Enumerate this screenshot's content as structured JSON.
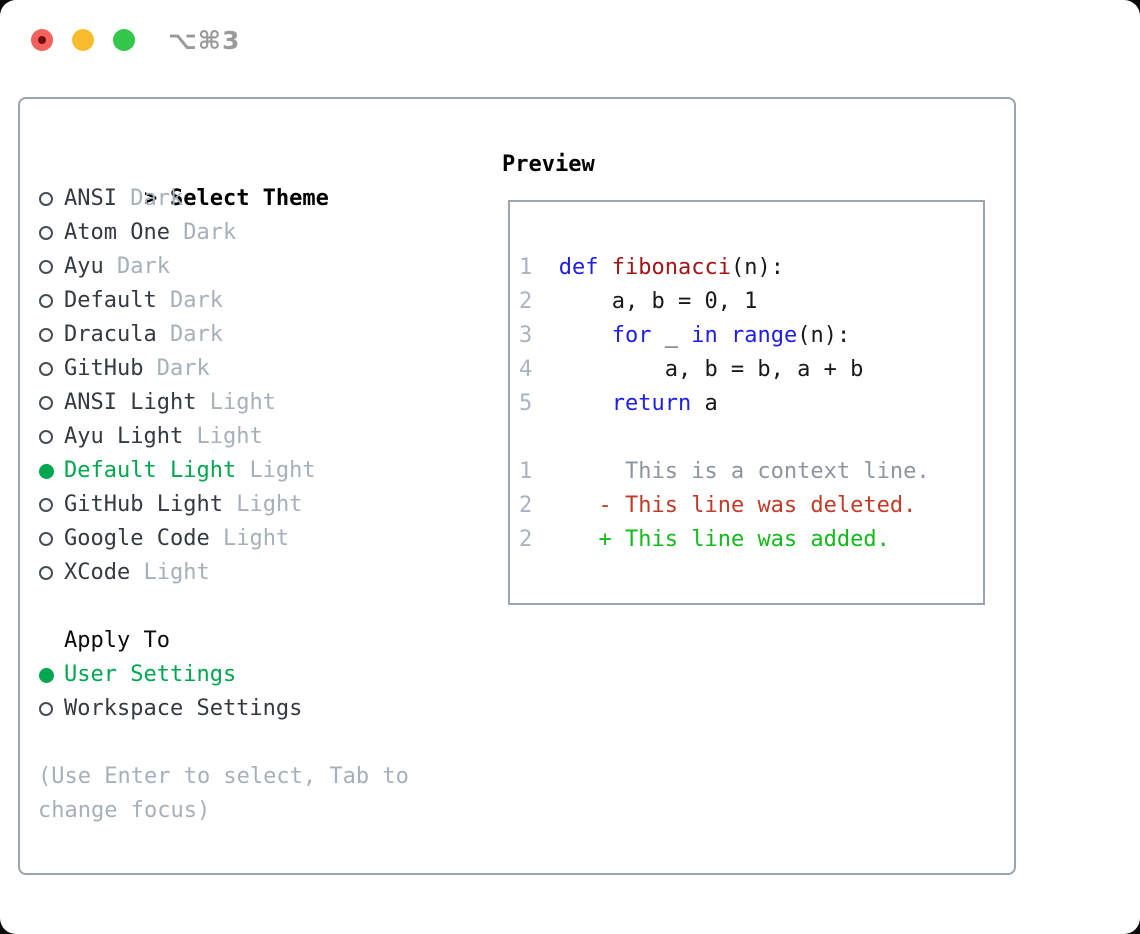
{
  "window": {
    "titlebar_shortcut": "⌥⌘3"
  },
  "colors": {
    "accent_green": "#00a74f",
    "added_green": "#12ba1a",
    "deleted_red": "#c23a28",
    "keyword_blue": "#1e1ee4",
    "function_red": "#a31515",
    "muted_gray": "#a6b0bb",
    "border_gray": "#9ba4af"
  },
  "theme_picker": {
    "prompt": ">",
    "title": "Select Theme",
    "items": [
      {
        "name": "ANSI",
        "variant": "Dark",
        "selected": false
      },
      {
        "name": "Atom One",
        "variant": "Dark",
        "selected": false
      },
      {
        "name": "Ayu",
        "variant": "Dark",
        "selected": false
      },
      {
        "name": "Default",
        "variant": "Dark",
        "selected": false
      },
      {
        "name": "Dracula",
        "variant": "Dark",
        "selected": false
      },
      {
        "name": "GitHub",
        "variant": "Dark",
        "selected": false
      },
      {
        "name": "ANSI Light",
        "variant": "Light",
        "selected": false
      },
      {
        "name": "Ayu Light",
        "variant": "Light",
        "selected": false
      },
      {
        "name": "Default Light",
        "variant": "Light",
        "selected": true
      },
      {
        "name": "GitHub Light",
        "variant": "Light",
        "selected": false
      },
      {
        "name": "Google Code",
        "variant": "Light",
        "selected": false
      },
      {
        "name": "XCode",
        "variant": "Light",
        "selected": false
      }
    ]
  },
  "apply_to": {
    "title": "Apply To",
    "items": [
      {
        "label": "User Settings",
        "selected": true
      },
      {
        "label": "Workspace Settings",
        "selected": false
      }
    ]
  },
  "help": {
    "lines": [
      "(Use Enter to select, Tab to",
      "change focus)"
    ]
  },
  "preview": {
    "title": "Preview",
    "code_lines": [
      {
        "num": "1",
        "tokens": [
          [
            "def",
            "kw"
          ],
          [
            " ",
            "pl"
          ],
          [
            "fibonacci",
            "fn"
          ],
          [
            "(n):",
            "pl"
          ]
        ]
      },
      {
        "num": "2",
        "tokens": [
          [
            "    a, b = 0, 1",
            "pl"
          ]
        ]
      },
      {
        "num": "3",
        "tokens": [
          [
            "    ",
            "pl"
          ],
          [
            "for",
            "kw"
          ],
          [
            " _ ",
            "pl"
          ],
          [
            "in",
            "kw"
          ],
          [
            " ",
            "pl"
          ],
          [
            "range",
            "kw"
          ],
          [
            "(n):",
            "pl"
          ]
        ]
      },
      {
        "num": "4",
        "tokens": [
          [
            "        a, b = b, a + b",
            "pl"
          ]
        ]
      },
      {
        "num": "5",
        "tokens": [
          [
            "    ",
            "pl"
          ],
          [
            "return",
            "kw"
          ],
          [
            " a",
            "pl"
          ]
        ]
      },
      {
        "num": "",
        "tokens": []
      },
      {
        "num": "1",
        "tokens": [
          [
            "     This is a context line.",
            "ctx"
          ]
        ]
      },
      {
        "num": "2",
        "tokens": [
          [
            "   ",
            "pl"
          ],
          [
            "- This line was deleted.",
            "del"
          ]
        ]
      },
      {
        "num": "2",
        "tokens": [
          [
            "   ",
            "pl"
          ],
          [
            "+ This line was added.",
            "add"
          ]
        ]
      }
    ]
  }
}
